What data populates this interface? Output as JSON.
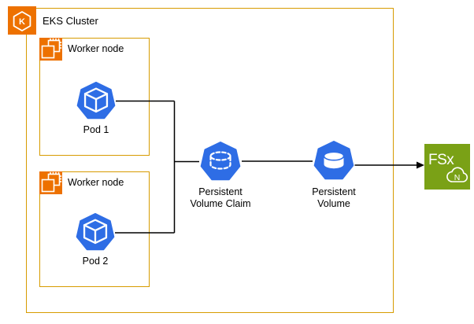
{
  "colors": {
    "aws-orange": "#ED7100",
    "border-orange": "#D79B00",
    "k8s-blue": "#2E6DE5",
    "fsx-green": "#7AA116",
    "line-black": "#000000",
    "text-black": "#000000"
  },
  "cluster": {
    "label": "EKS Cluster",
    "icon": "eks-kubernetes-icon",
    "icon_letter": "K"
  },
  "worker_nodes": [
    {
      "label": "Worker node",
      "icon": "ec2-instance-icon",
      "pod": {
        "label": "Pod 1",
        "icon": "k8s-pod-icon"
      }
    },
    {
      "label": "Worker node",
      "icon": "ec2-instance-icon",
      "pod": {
        "label": "Pod 2",
        "icon": "k8s-pod-icon"
      }
    }
  ],
  "pvc": {
    "label": "Persistent\nVolume Claim",
    "icon": "k8s-persistent-volume-claim-icon"
  },
  "pv": {
    "label": "Persistent\nVolume",
    "icon": "k8s-persistent-volume-icon"
  },
  "fsx": {
    "text": "FSx",
    "cloud_letter": "N",
    "icon": "fsx-for-netapp-ontap-icon"
  },
  "edges": [
    {
      "from": "Pod 1",
      "to": "Persistent Volume Claim",
      "arrow": false
    },
    {
      "from": "Pod 2",
      "to": "Persistent Volume Claim",
      "arrow": false
    },
    {
      "from": "Persistent Volume Claim",
      "to": "Persistent Volume",
      "arrow": false
    },
    {
      "from": "Persistent Volume",
      "to": "FSx",
      "arrow": true
    }
  ]
}
